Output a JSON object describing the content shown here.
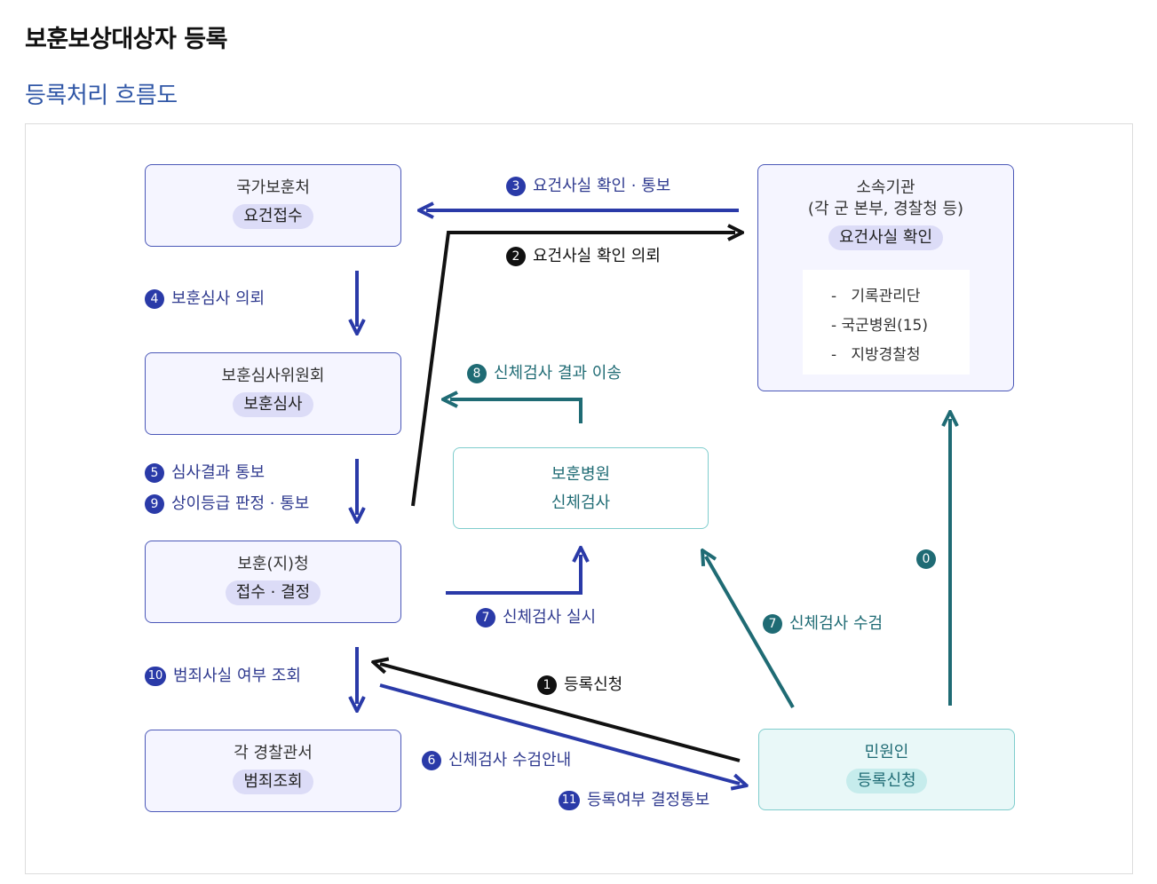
{
  "page": {
    "title": "보훈보상대상자 등록",
    "section_title": "등록처리 흐름도"
  },
  "nodes": {
    "ministry": {
      "name": "국가보훈처",
      "role": "요건접수"
    },
    "committee": {
      "name": "보훈심사위원회",
      "role": "보훈심사"
    },
    "office": {
      "name": "보훈(지)청",
      "role": "접수 · 결정"
    },
    "police": {
      "name": "각 경찰관서",
      "role": "범죄조회"
    },
    "affiliate": {
      "name": "소속기관",
      "sub": "(각 군 본부, 경찰청 등)",
      "role": "요건사실 확인",
      "items": [
        "-   기록관리단",
        "- 국군병원(15)",
        "-   지방경찰청"
      ]
    },
    "hospital": {
      "name": "보훈병원",
      "role": "신체검사"
    },
    "applicant": {
      "name": "민원인",
      "role": "등록신청"
    }
  },
  "steps": {
    "s0": {
      "num": "0",
      "text": ""
    },
    "s1": {
      "num": "1",
      "text": "등록신청"
    },
    "s2": {
      "num": "2",
      "text": "요건사실 확인 의뢰"
    },
    "s3": {
      "num": "3",
      "text": "요건사실 확인 · 통보"
    },
    "s4": {
      "num": "4",
      "text": "보훈심사 의뢰"
    },
    "s5": {
      "num": "5",
      "text": "심사결과 통보"
    },
    "s6": {
      "num": "6",
      "text": "신체검사 수검안내"
    },
    "s7a": {
      "num": "7",
      "text": "신체검사 실시"
    },
    "s7b": {
      "num": "7",
      "text": "신체검사 수검"
    },
    "s8": {
      "num": "8",
      "text": "신체검사 결과 이송"
    },
    "s9": {
      "num": "9",
      "text": "상이등급 판정 · 통보"
    },
    "s10": {
      "num": "10",
      "text": "범죄사실 여부 조회"
    },
    "s11": {
      "num": "11",
      "text": "등록여부 결정통보"
    }
  },
  "colors": {
    "blue": "#2a3aa8",
    "teal": "#1f6b74",
    "black": "#111111"
  }
}
